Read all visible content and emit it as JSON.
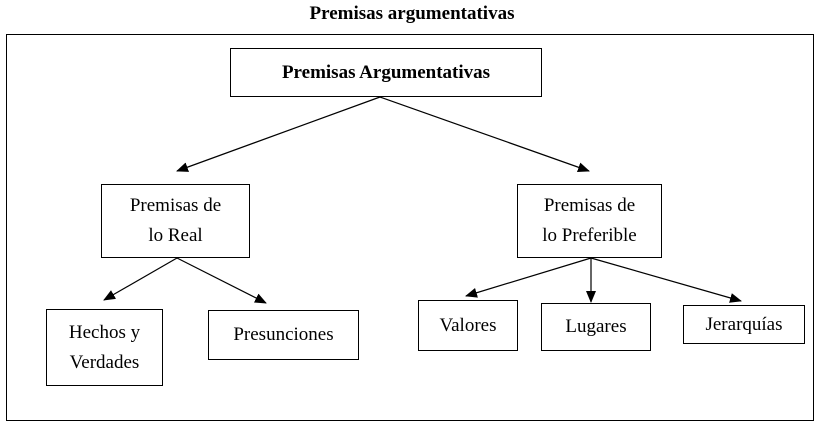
{
  "page_title": "Premisas argumentativas",
  "diagram": {
    "root": {
      "label": "Premisas Argumentativas"
    },
    "real": {
      "label": "Premisas de\nlo Real"
    },
    "preferible": {
      "label": "Premisas de\nlo Preferible"
    },
    "hechos": {
      "label": "Hechos y\nVerdades"
    },
    "presunciones": {
      "label": "Presunciones"
    },
    "valores": {
      "label": "Valores"
    },
    "lugares": {
      "label": "Lugares"
    },
    "jerarquias": {
      "label": "Jerarquías"
    }
  },
  "colors": {
    "stroke": "#000000",
    "background": "#ffffff"
  }
}
